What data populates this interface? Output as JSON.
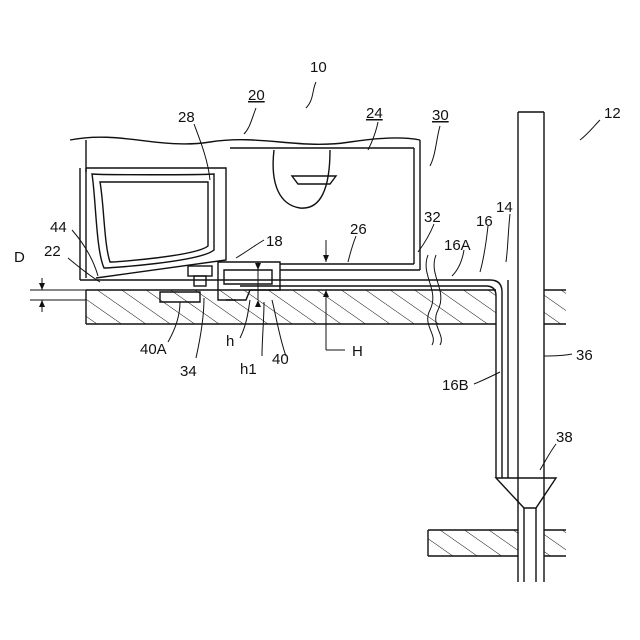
{
  "labels": {
    "l10": "10",
    "l20": "20",
    "l12": "12",
    "l24": "24",
    "l30": "30",
    "l28": "28",
    "l14": "14",
    "l16": "16",
    "l16a": "16A",
    "l32": "32",
    "l26": "26",
    "l18": "18",
    "l44": "44",
    "l22": "22",
    "lD": "D",
    "l40a": "40A",
    "l34": "34",
    "lh": "h",
    "lh1": "h1",
    "l40": "40",
    "lH": "H",
    "l36": "36",
    "l16b": "16B",
    "l38": "38"
  }
}
